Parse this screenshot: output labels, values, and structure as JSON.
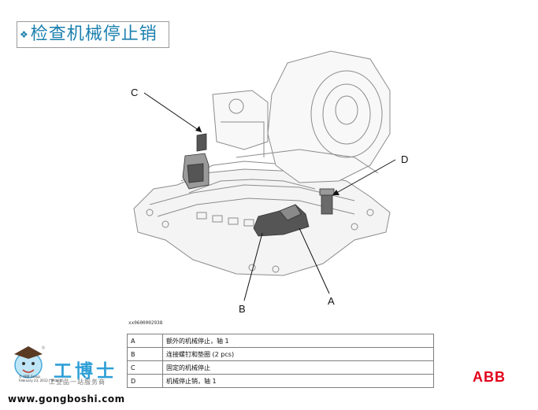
{
  "slide": {
    "bullet_icon": "diamond-bullet-icon",
    "title": "检查机械停止销",
    "accent_color": "#1a7fae"
  },
  "diagram": {
    "callouts": [
      "C",
      "D",
      "B",
      "A"
    ],
    "figure_id": "xx0600002938"
  },
  "legend": {
    "rows": [
      {
        "key": "A",
        "text": "额外的机械停止，轴 1"
      },
      {
        "key": "B",
        "text": "连接螺钉和垫圈 (2 pcs)"
      },
      {
        "key": "C",
        "text": "固定的机械停止"
      },
      {
        "key": "D",
        "text": "机械停止销，轴 1"
      }
    ]
  },
  "footer": {
    "logo_text": "工博士",
    "logo_subtitle": "工业品一站服务商",
    "registered_mark": "®",
    "copyright_line1": "© ABB Group",
    "copyright_line2": "February 23, 2012 | Slide 45",
    "url": "www.gongboshi.com",
    "brand": "ABB",
    "brand_color": "#e2001a"
  }
}
